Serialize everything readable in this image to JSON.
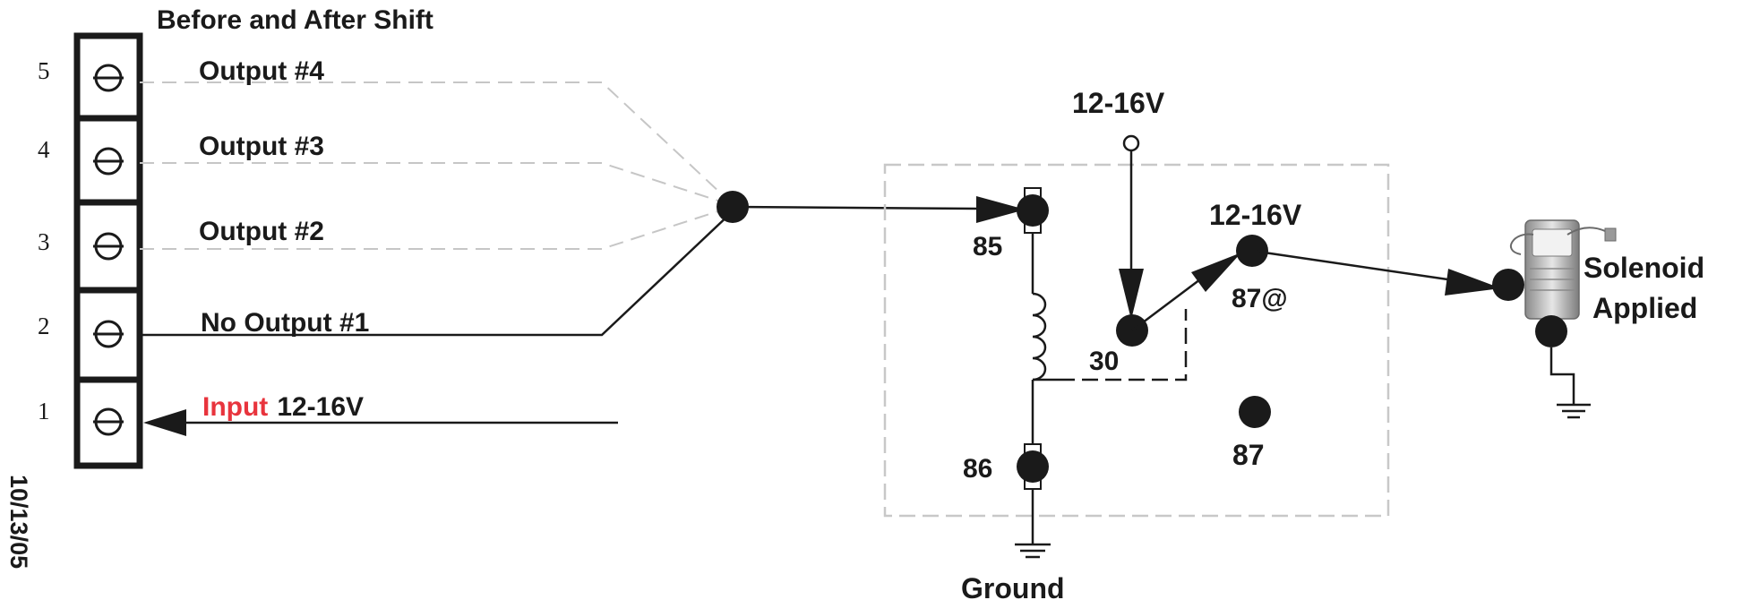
{
  "title": "Before and After Shift",
  "terminals": [
    {
      "number": "5",
      "label": "Output #4",
      "active": false
    },
    {
      "number": "4",
      "label": "Output #3",
      "active": false
    },
    {
      "number": "3",
      "label": "Output #2",
      "active": false
    },
    {
      "number": "2",
      "label": "No Output #1",
      "active": true
    },
    {
      "number": "1",
      "label_prefix": "Input",
      "label_rest": "12-16V",
      "active": true
    }
  ],
  "date": "10/13/05",
  "relay": {
    "supply_label": "12-16V",
    "contact_label_top": "12-16V",
    "pin_85": "85",
    "pin_86": "86",
    "pin_30": "30",
    "pin_87a": "87@",
    "pin_87": "87",
    "ground_label": "Ground"
  },
  "solenoid": {
    "line1": "Solenoid",
    "line2": "Applied"
  },
  "colors": {
    "input_highlight": "#e8343d",
    "inactive_wire": "#c6c6c6",
    "active_wire": "#1a1a1a",
    "relay_box": "#c8c8c8"
  },
  "icons": [
    "screw-terminal-icon",
    "ground-symbol-icon",
    "relay-coil-icon",
    "solenoid-icon",
    "arrow-icon"
  ]
}
